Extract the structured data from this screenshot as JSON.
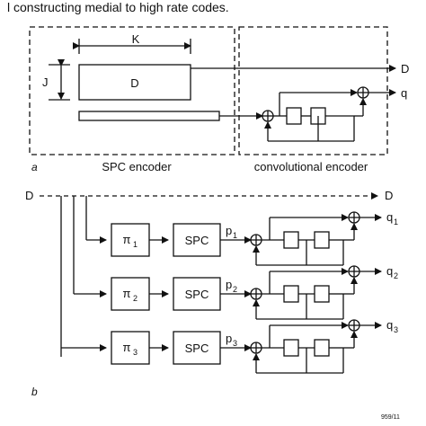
{
  "header_text": "l constructing medial to high rate codes.",
  "figure_a": {
    "panel_label": "a",
    "k_label": "K",
    "j_label": "J",
    "data_block_label": "D",
    "out_d_label": "D",
    "out_q_label": "q",
    "spc_encoder_caption": "SPC encoder",
    "conv_encoder_caption": "convolutional encoder"
  },
  "figure_b": {
    "panel_label": "b",
    "input_label": "D",
    "output_d_label": "D",
    "branches": [
      {
        "pi_label": "π",
        "pi_sub": "1",
        "spc_label": "SPC",
        "p_label": "p",
        "p_sub": "1",
        "q_label": "q",
        "q_sub": "1"
      },
      {
        "pi_label": "π",
        "pi_sub": "2",
        "spc_label": "SPC",
        "p_label": "p",
        "p_sub": "2",
        "q_label": "q",
        "q_sub": "2"
      },
      {
        "pi_label": "π",
        "pi_sub": "3",
        "spc_label": "SPC",
        "p_label": "p",
        "p_sub": "3",
        "q_label": "q",
        "q_sub": "3"
      }
    ]
  },
  "figure_id": "959/11"
}
